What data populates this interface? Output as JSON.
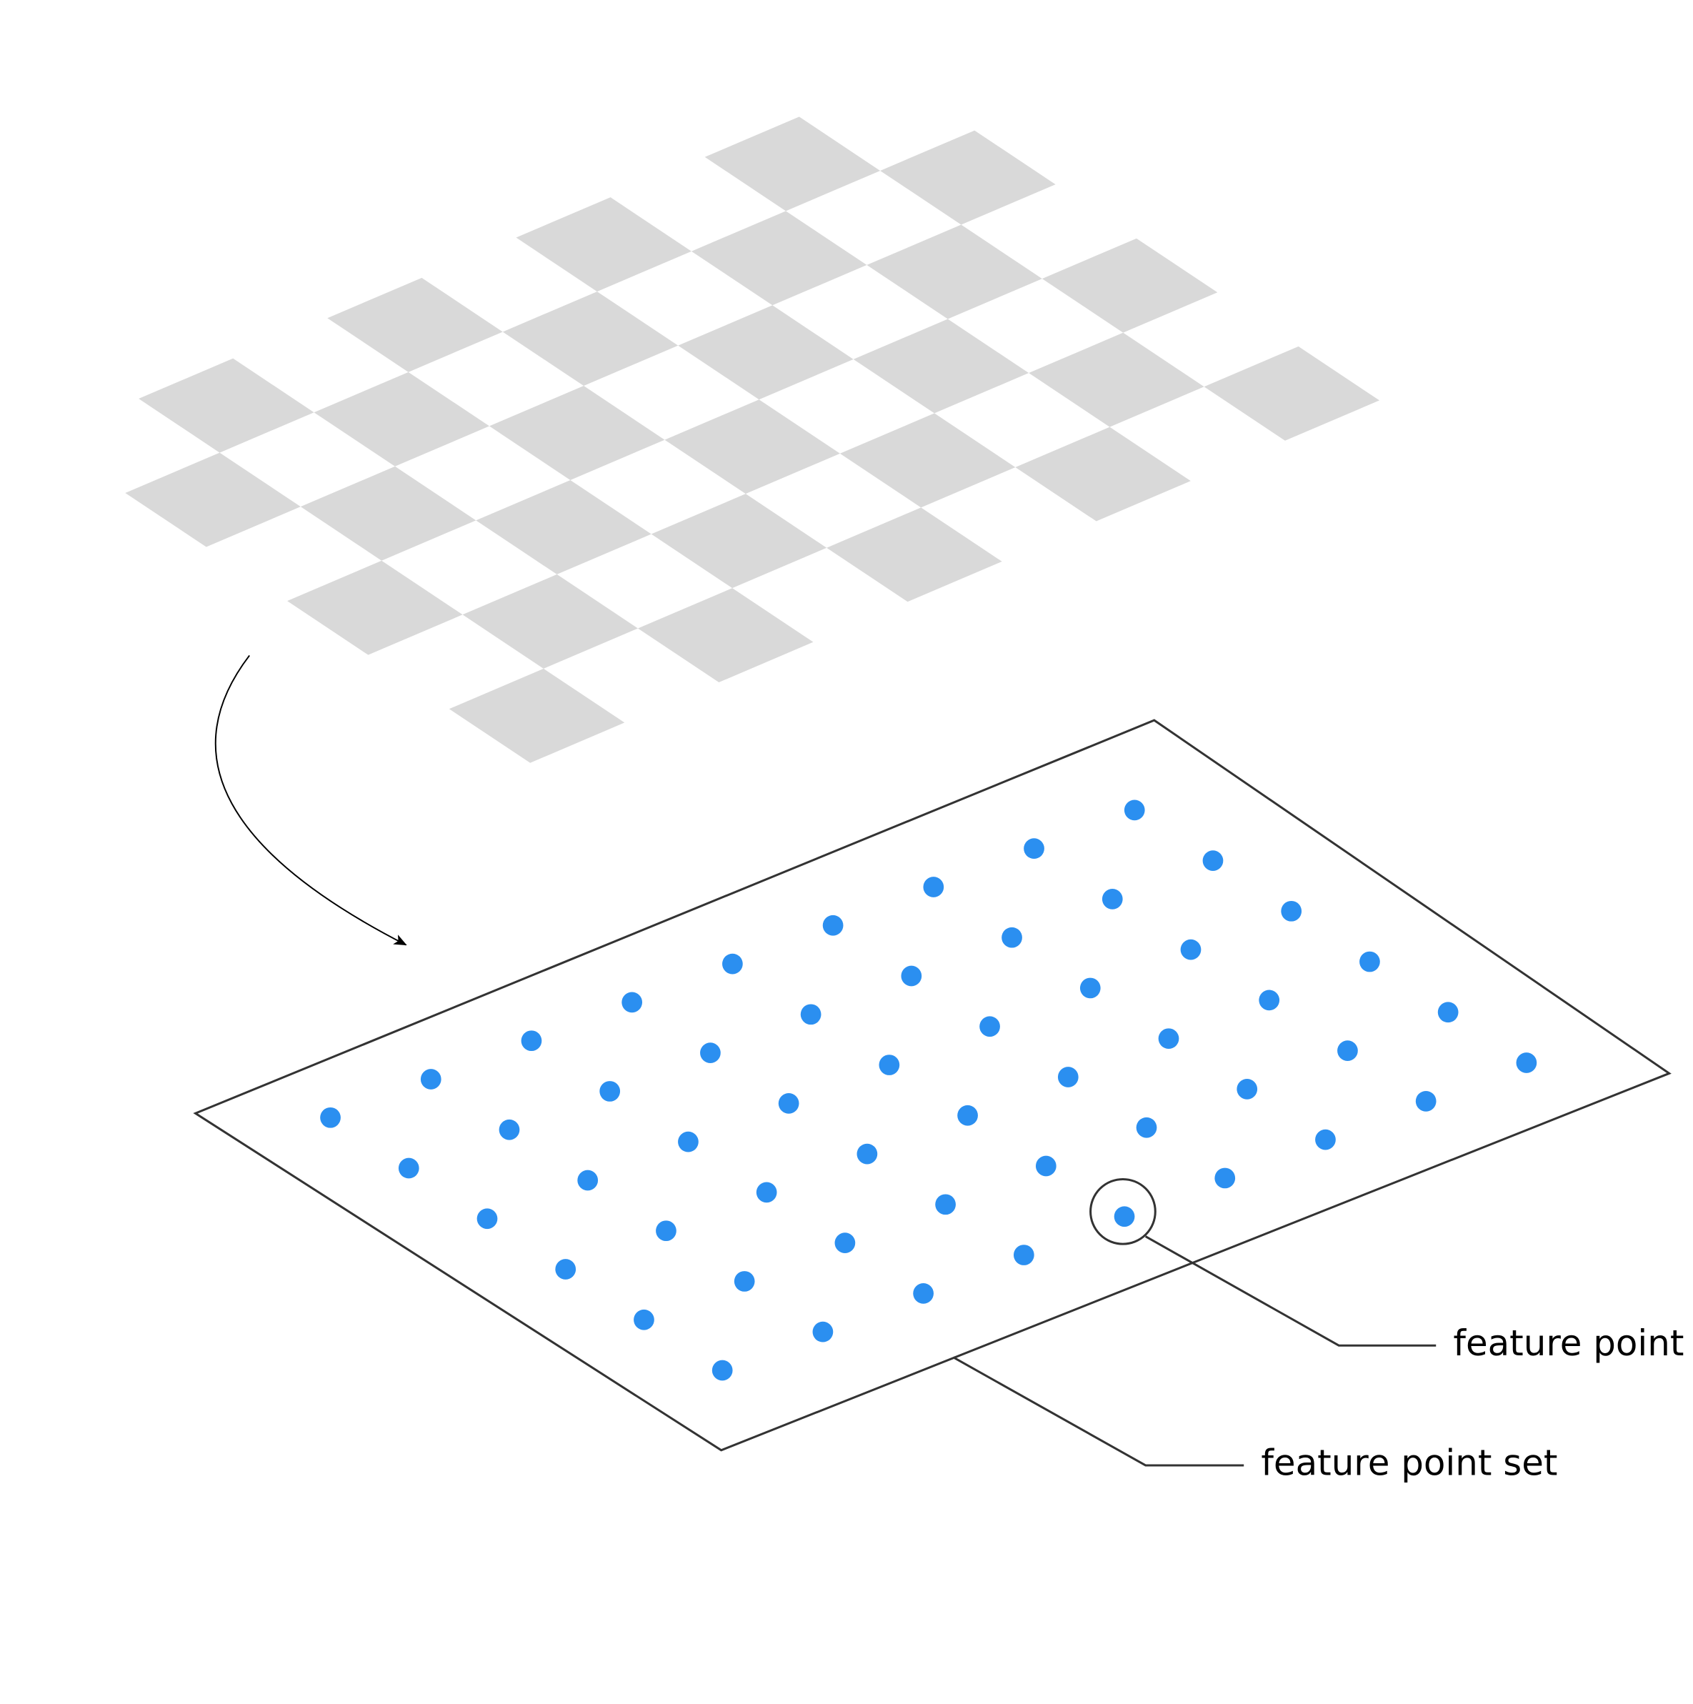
{
  "labels": {
    "feature_point": "feature point",
    "feature_point_set": "feature point set"
  },
  "checkerboard": {
    "columns": 9,
    "rows": 6
  },
  "feature_grid": {
    "columns": 9,
    "rows": 6
  },
  "colors": {
    "checker_fill": "#d9d9d9",
    "dot": "#2b8ff0",
    "line": "#333333"
  }
}
